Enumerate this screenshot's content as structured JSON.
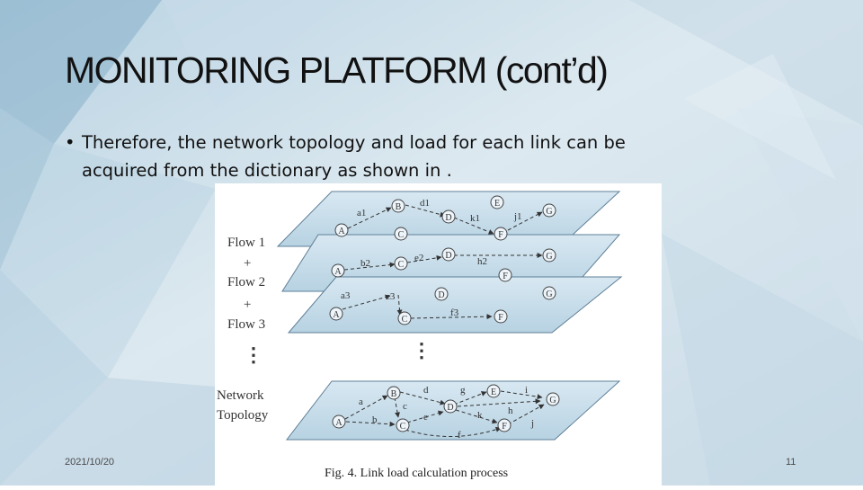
{
  "slide": {
    "title": "MONITORING PLATFORM (cont’d)",
    "bullet": {
      "symbol": "•",
      "lines": [
        "Therefore, the network topology and load for each link can be",
        "acquired from the dictionary as shown in ."
      ]
    },
    "footer": {
      "date": "2021/10/20",
      "page_number": "11"
    }
  },
  "figure": {
    "caption": "Fig. 4.  Link load calculation process",
    "side_labels": {
      "flow1": "Flow 1",
      "plus1": "+",
      "flow2": "Flow 2",
      "plus2": "+",
      "flow3": "Flow 3",
      "network": "Network",
      "topology": "Topology"
    },
    "ellipsis": "⋮",
    "node_letters": [
      "A",
      "B",
      "C",
      "D",
      "E",
      "F",
      "G"
    ],
    "edge_labels": {
      "flow1": [
        "a1",
        "d1",
        "k1",
        "j1"
      ],
      "flow2": [
        "b2",
        "e2",
        "h2"
      ],
      "flow3": [
        "a3",
        "c3",
        "f3"
      ],
      "network": [
        "a",
        "b",
        "c",
        "d",
        "e",
        "f",
        "g",
        "h",
        "i",
        "j",
        "k"
      ]
    }
  }
}
